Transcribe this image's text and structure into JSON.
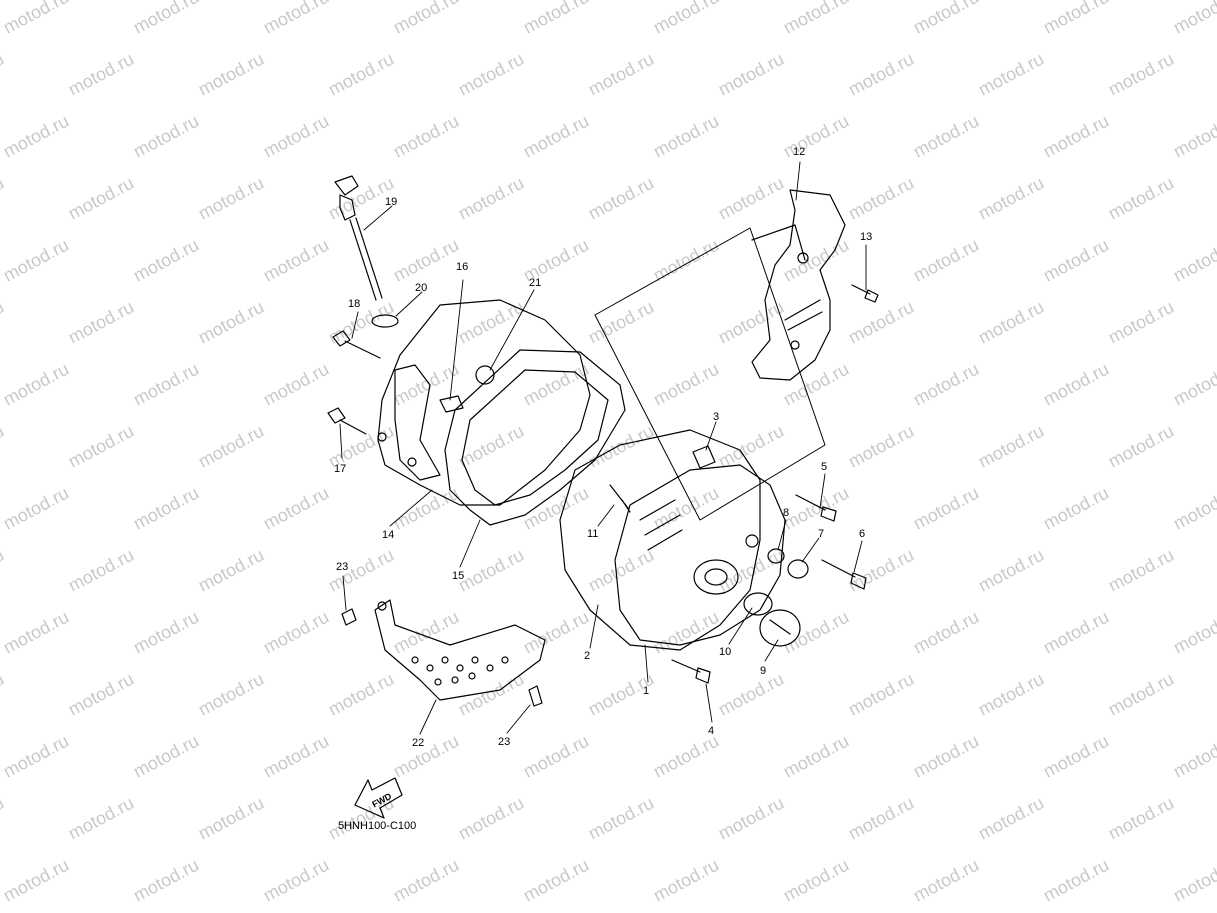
{
  "watermark": {
    "text": "motod.ru"
  },
  "diagram_code": "5HNH100-C100",
  "fwd_label": "FWD",
  "callouts": {
    "c1": "1",
    "c2": "2",
    "c3": "3",
    "c4": "4",
    "c5": "5",
    "c6": "6",
    "c7": "7",
    "c8": "8",
    "c9": "9",
    "c10": "10",
    "c11": "11",
    "c12": "12",
    "c13": "13",
    "c14": "14",
    "c15": "15",
    "c16": "16",
    "c17": "17",
    "c18": "18",
    "c19": "19",
    "c20": "20",
    "c21": "21",
    "c22": "22",
    "c23a": "23",
    "c23b": "23"
  },
  "colors": {
    "line": "#000000",
    "watermark": "#c9c9c9",
    "background": "#ffffff"
  }
}
